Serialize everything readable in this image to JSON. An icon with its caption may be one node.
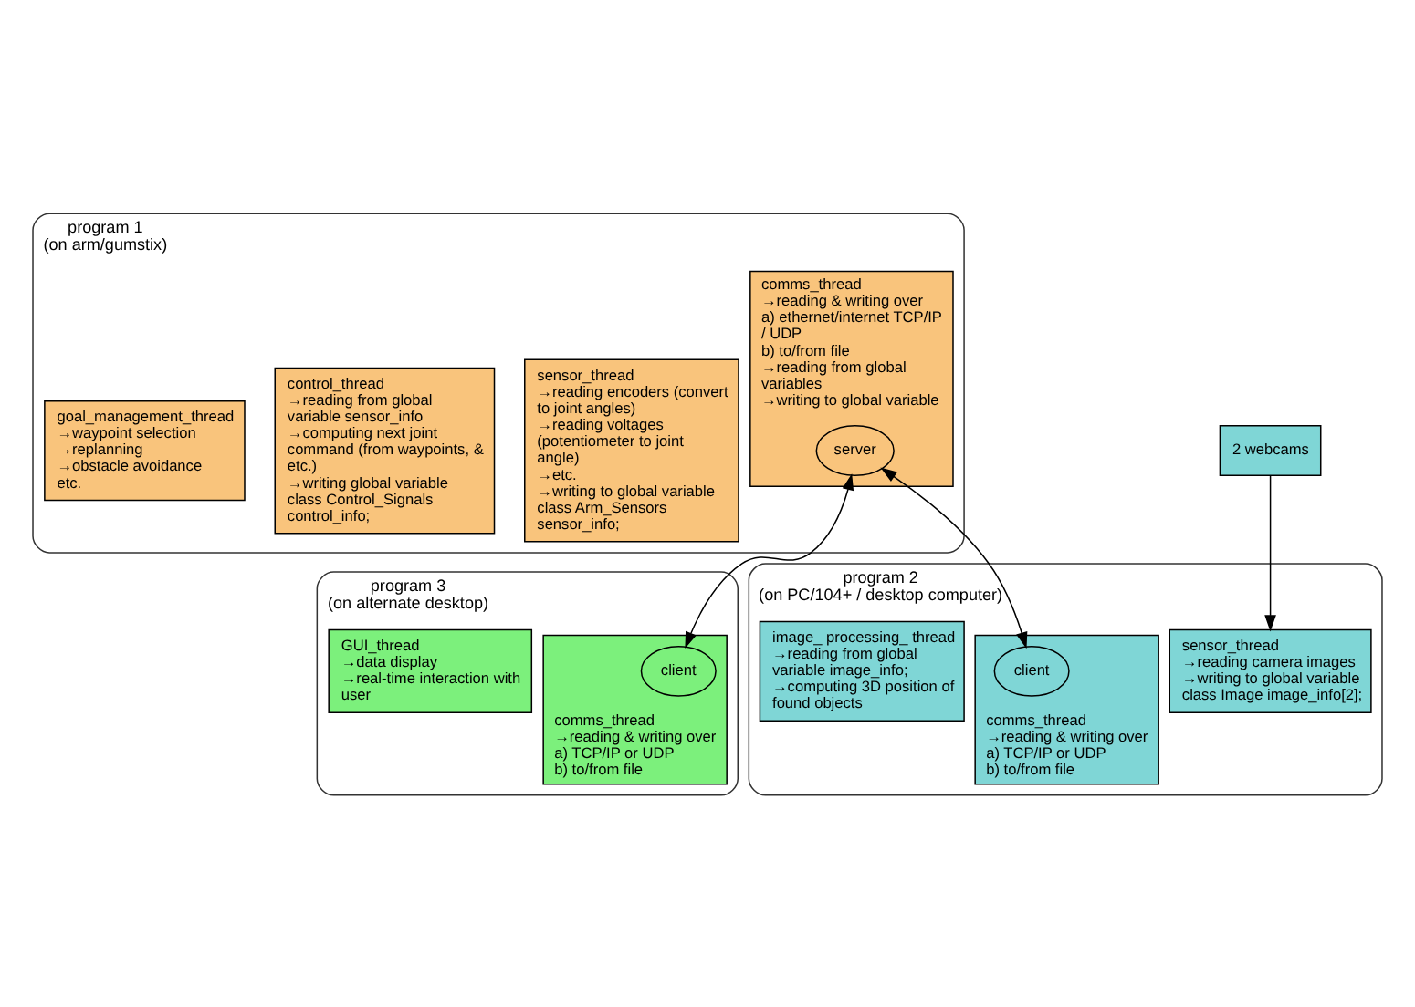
{
  "diagram": {
    "nodes": [
      {
        "text": [
          "program 1",
          "(on arm/gumstix)"
        ]
      },
      {
        "text": [
          "sensor_thread",
          "→reading encoders (convert to joint angles)",
          "→reading voltages (potentiometer to joint angle)",
          "→etc.",
          "→writing to global variable class Arm_Sensors sensor_info;"
        ],
        "in": 0
      },
      {
        "text": [
          "control_thread",
          "→reading from global variable sensor_info",
          "→computing next joint command (from waypoints, & etc.)",
          "→writing global variable class Control_Signals control_info;"
        ],
        "in": 0
      },
      {
        "text": [
          "comms_thread",
          "→reading & writing over",
          "a) ethernet/internet TCP/IP / UDP",
          "b) to/from file",
          "→reading from global variables",
          "→writing to global variable"
        ],
        "in": 0
      },
      {
        "text": [
          "server"
        ],
        "in": 3
      },
      {
        "text": [
          "goal_management_thread",
          "→waypoint selection",
          "→replanning",
          "→obstacle avoidance",
          "etc."
        ],
        "in": 0
      },
      {
        "text": [
          "program 3",
          "(on alternate desktop)"
        ]
      },
      {
        "text": [
          "GUI_thread",
          "→data display",
          "→real-time interaction with user"
        ],
        "in": 6
      },
      {
        "text": [
          "comms_thread",
          "→reading & writing over",
          "a) TCP/IP or UDP",
          "b) to/from file"
        ],
        "in": 6
      },
      {
        "text": [
          "client"
        ],
        "in": 8
      },
      {
        "text": [
          "2 webcams"
        ]
      },
      {
        "text": [
          "program 2",
          "(on PC/104+ / desktop computer)"
        ]
      },
      {
        "text": [
          "sensor_thread",
          "→reading camera images",
          "→writing to global variable class Image image_info[2];"
        ],
        "in": 11
      },
      {
        "text": [
          "image_ processing_ thread",
          "→reading from global variable image_info;",
          "→computing 3D position of found objects"
        ],
        "in": 11
      },
      {
        "text": [
          "comms_thread",
          "→reading & writing over",
          "a) TCP/IP or UDP",
          "b) to/from file"
        ],
        "in": 11
      },
      {
        "text": [
          "client"
        ],
        "in": 14
      }
    ],
    "edges": [
      {
        "from": 4,
        "to": 9,
        "arrow": "both"
      },
      {
        "from": 4,
        "to": 15,
        "arrow": "both"
      },
      {
        "from": 10,
        "to": 12,
        "arrow": "to"
      }
    ]
  }
}
